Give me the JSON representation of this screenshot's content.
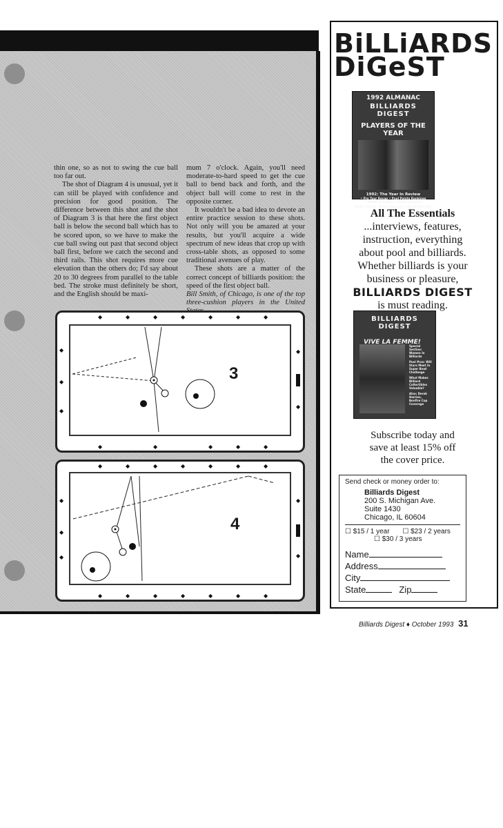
{
  "article": {
    "col1": [
      "thin one, so as not to swing the cue ball too far out.",
      "The shot of Diagram 4 is unusual, yet it can still be played with confidence and precision for good position. The difference between this shot and the shot of Diagram 3 is that here the first object ball is below the second ball which has to be scored upon, so we have to make the cue ball swing out past that second object ball first, before we catch the second and third rails. This shot requires more cue elevation than the others do; I'd say about 20 to 30 degrees from parallel to the table bed. The stroke must definitely be short, and the English should be maxi-"
    ],
    "col2": [
      "mum 7 o'clock. Again, you'll need moderate-to-hard speed to get the cue ball to bend back and forth, and the object ball will come to rest in the opposite corner.",
      "It wouldn't be a bad idea to devote an entire practice session to these shots. Not only will you be amazed at your results, but you'll acquire a wide spectrum of new ideas that crop up with cross-table shots, as opposed to some traditional avenues of play.",
      "These shots are a matter of the correct concept of billiards position: the speed of the first object ball."
    ],
    "byline": "Bill Smith, of Chicago, is one of the top three-cushion players in the United States."
  },
  "diagrams": {
    "d3": "3",
    "d4": "4"
  },
  "ad": {
    "brand_line1": "BiLLiARDS",
    "brand_line2": "DiGeST",
    "cover1": {
      "top": "1992 ALMANAC",
      "mast": "BILLIARDS DIGEST",
      "headline": "PLAYERS OF THE YEAR",
      "sub1": "1992: The Year In Review",
      "sub2": "• Pro Tour Recap   • Pool Points Rankings",
      "sub3": "• WPBA Yearbook   • BPSA Yearbook",
      "plus": "PLUS: Part II - Willie Mosconi's Life On The Run"
    },
    "essentials": "All The Essentials",
    "body_lines": [
      "...interviews, features,",
      "instruction, everything",
      "about pool and billiards.",
      "Whether billiards is your",
      "business or pleasure,"
    ],
    "brand_bold": "BILLIARDS DIGEST",
    "is_must": "is must reading.",
    "cover2": {
      "mast": "BILLIARDS DIGEST",
      "headline": "VIVE LA FEMME!",
      "side1": "Special Section: Women In Billiards",
      "side2": "Pool Pros: Will Stars Meet In Super Bowl Challenge",
      "side3": "What Makes Billiard Collectibles Valuable?",
      "side4": "Also: Derek Harries, Bonfire Cup Coverage"
    },
    "subscribe": [
      "Subscribe today and",
      "save at least 15% off",
      "the cover price."
    ],
    "coupon": {
      "send": "Send check or money order to:",
      "name": "Billiards Digest",
      "addr1": "200 S. Michigan Ave.",
      "addr2": "Suite 1430",
      "addr3": "Chicago, IL 60604",
      "opt1": "☐ $15 / 1 year",
      "opt2": "☐ $23 / 2 years",
      "opt3": "☐ $30 / 3 years",
      "f_name": "Name",
      "f_address": "Address",
      "f_city": "City",
      "f_state": "State",
      "f_zip": "Zip"
    }
  },
  "footer": {
    "text": "Billiards Digest ♦ October 1993",
    "page": "31"
  }
}
